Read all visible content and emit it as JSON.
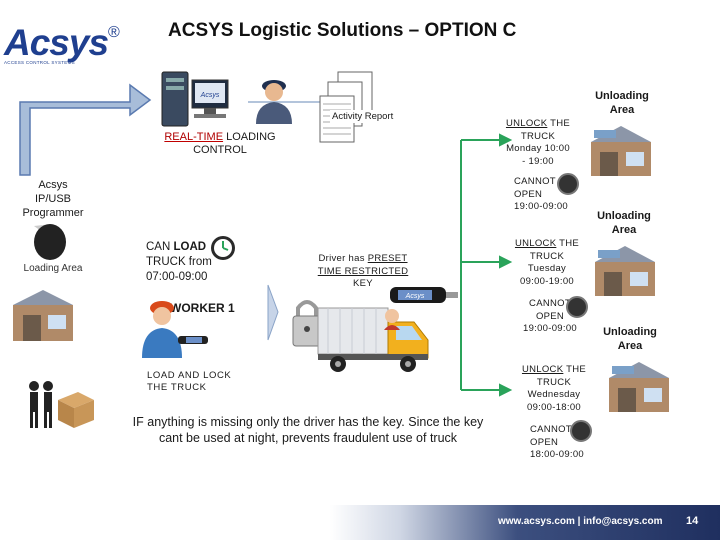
{
  "header": {
    "title": "ACSYS Logistic Solutions – OPTION C",
    "logo_text": "Acsys",
    "logo_reg": "®",
    "logo_tagline": "ACCESS CONTROL SYSTEMS"
  },
  "top": {
    "activity_report": "Activity Report",
    "realtime_1": "REAL-TIME",
    "realtime_2": " LOADING",
    "realtime_3": "CONTROL",
    "programmer_1": "Acsys",
    "programmer_2": "IP/USB",
    "programmer_3": "Programmer",
    "loading_area_sign": "Loading Area",
    "screen_logo": "Acsys"
  },
  "middle": {
    "can_load_1": "CAN ",
    "can_load_2": "LOAD",
    "can_load_3": "TRUCK from",
    "can_load_4": "07:00-09:00",
    "driver_1": "Driver has ",
    "driver_2": "PRESET",
    "driver_3": "TIME RESTRICTED",
    "driver_4": "KEY",
    "worker": "WORKER 1",
    "load_lock_1": "LOAD AND LOCK",
    "load_lock_2": "THE TRUCK",
    "key_label": "Acsys",
    "note": "IF anything is missing only the driver has the key. Since the key cant be used at night, prevents fraudulent use of truck"
  },
  "schedules": [
    {
      "area": "Unloading Area",
      "unlock_1": "UNLOCK",
      "unlock_2": " THE",
      "unlock_3": "TRUCK",
      "day": "Monday 10:00",
      "hours": "- 19:00",
      "cannot_1": "CANNOT",
      "cannot_2": "OPEN",
      "cannot_3": "19:00-09:00"
    },
    {
      "area": "Unloading Area",
      "unlock_1": "UNLOCK",
      "unlock_2": " THE",
      "unlock_3": "TRUCK",
      "day": "Tuesday",
      "hours": "09:00-19:00",
      "cannot_1": "CANNOT",
      "cannot_2": "OPEN",
      "cannot_3": "19:00-09:00"
    },
    {
      "area": "Unloading Area",
      "unlock_1": "UNLOCK",
      "unlock_2": " THE",
      "unlock_3": "TRUCK",
      "day": "Wednesday",
      "hours": "09:00-18:00",
      "cannot_1": "CANNOT",
      "cannot_2": "OPEN",
      "cannot_3": "18:00-09:00"
    }
  ],
  "footer": {
    "contact": "www.acsys.com | info@acsys.com",
    "page": "14"
  },
  "colors": {
    "arrow": "#2aa35a",
    "connector": "#9ab0cf",
    "brand": "#1f3f8f"
  }
}
